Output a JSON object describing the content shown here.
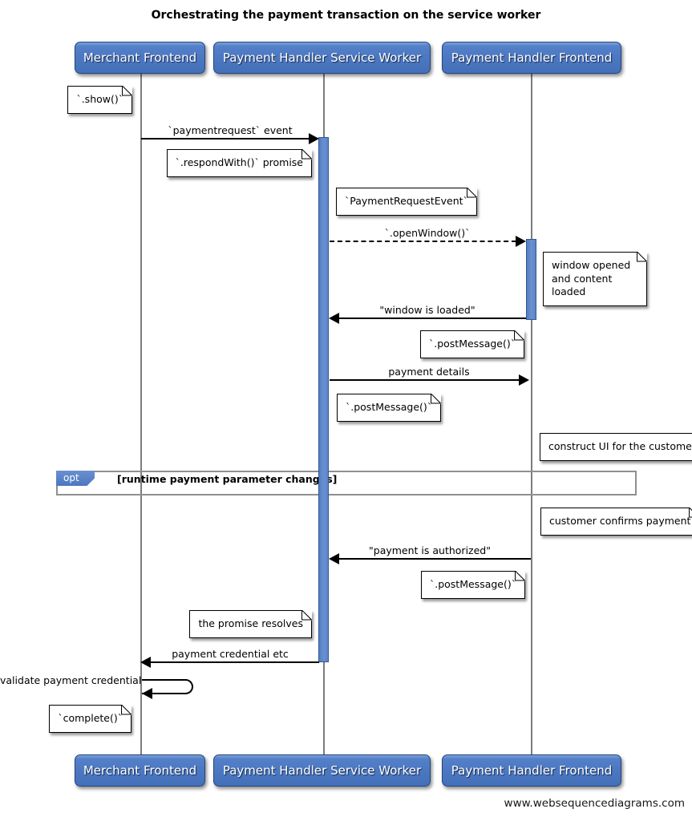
{
  "title": "Orchestrating the payment transaction on the service worker",
  "footer": "www.websequencediagrams.com",
  "participants": [
    {
      "label": "Merchant Frontend"
    },
    {
      "label": "Payment Handler Service Worker"
    },
    {
      "label": "Payment Handler Frontend"
    }
  ],
  "messages": [
    {
      "label": "`paymentrequest` event",
      "from": "Merchant Frontend",
      "to": "Payment Handler Service Worker",
      "style": "solid"
    },
    {
      "label": "`.openWindow()`",
      "from": "Payment Handler Service Worker",
      "to": "Payment Handler Frontend",
      "style": "dashed"
    },
    {
      "label": "\"window is loaded\"",
      "from": "Payment Handler Frontend",
      "to": "Payment Handler Service Worker",
      "style": "solid"
    },
    {
      "label": "payment details",
      "from": "Payment Handler Service Worker",
      "to": "Payment Handler Frontend",
      "style": "solid"
    },
    {
      "label": "\"payment is authorized\"",
      "from": "Payment Handler Frontend",
      "to": "Payment Handler Service Worker",
      "style": "solid"
    },
    {
      "label": "payment credential etc",
      "from": "Payment Handler Service Worker",
      "to": "Merchant Frontend",
      "style": "solid"
    },
    {
      "label": "validate payment credential",
      "from": "Merchant Frontend",
      "to": "Merchant Frontend",
      "style": "self"
    }
  ],
  "notes": [
    {
      "text": "`.show()`",
      "position": "left of Merchant Frontend"
    },
    {
      "text": "`.respondWith()` promise",
      "position": "left of Payment Handler Service Worker"
    },
    {
      "text": "`PaymentRequestEvent`",
      "position": "right of Payment Handler Service Worker"
    },
    {
      "text": "window opened and content loaded",
      "position": "right of Payment Handler Frontend"
    },
    {
      "text": "`.postMessage()`",
      "position": "left of Payment Handler Frontend"
    },
    {
      "text": "`.postMessage()`",
      "position": "right of Payment Handler Service Worker"
    },
    {
      "text": "construct UI for the customer",
      "position": "right of Payment Handler Frontend"
    },
    {
      "text": "customer confirms payment",
      "position": "right of Payment Handler Frontend"
    },
    {
      "text": "`.postMessage()`",
      "position": "left of Payment Handler Frontend"
    },
    {
      "text": "the promise resolves",
      "position": "left of Payment Handler Service Worker"
    },
    {
      "text": "`complete()`",
      "position": "left of Merchant Frontend"
    }
  ],
  "opt_block": {
    "keyword": "opt",
    "guard": "[runtime payment parameter changes]"
  },
  "colors": {
    "participant_fill": "#4b77c1",
    "participant_border": "#24457c",
    "activation_fill": "#5d86c9",
    "activation_border": "#33588f",
    "frame_border": "#8f8f8f",
    "lifeline": "#7d7d7d"
  }
}
